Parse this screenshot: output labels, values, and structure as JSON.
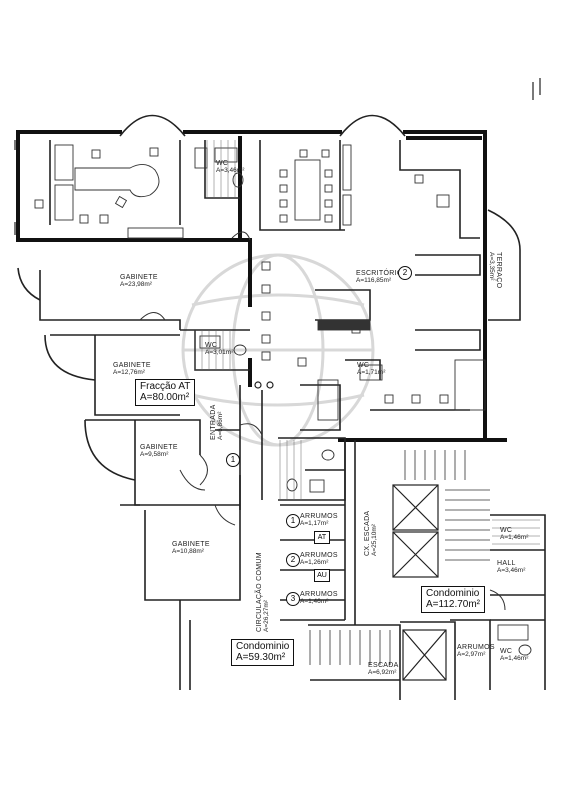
{
  "rooms": {
    "wc1": {
      "name": "WC",
      "area": "A=3,46m²"
    },
    "escritorio": {
      "name": "ESCRITÓRIO",
      "area": "A=116,85m²",
      "num": "2"
    },
    "terraco": {
      "name": "TERRAÇO",
      "area": "A=3,35m²"
    },
    "gabinete1": {
      "name": "GABINETE",
      "area": "A=23,98m²"
    },
    "gabinete2": {
      "name": "GABINETE",
      "area": "A=12,76m²"
    },
    "wc2": {
      "name": "WC",
      "area": "A=3,01m²"
    },
    "wc3": {
      "name": "WC",
      "area": "A=1,71m²"
    },
    "entrada": {
      "name": "ENTRADA",
      "area": "A=6,86m²"
    },
    "gabinete3": {
      "name": "GABINETE",
      "area": "A=9,58m²",
      "num": "1"
    },
    "gabinete4": {
      "name": "GABINETE",
      "area": "A=10,88m²"
    },
    "circulacao": {
      "name": "CIRCULAÇÃO COMUM",
      "area": "A=26,27m²"
    },
    "arrumos1": {
      "name": "ARRUMOS",
      "area": "A=1,17m²",
      "num": "1",
      "tag": "AT"
    },
    "arrumos2": {
      "name": "ARRUMOS",
      "area": "A=1,26m²",
      "num": "2",
      "tag": "AU"
    },
    "arrumos3": {
      "name": "ARRUMOS",
      "area": "A=1,46m²",
      "num": "3"
    },
    "cx_escada": {
      "name": "CX. ESCADA",
      "area": "A=25,10m²"
    },
    "wc4": {
      "name": "WC",
      "area": "A=1,46m²"
    },
    "hall": {
      "name": "HALL",
      "area": "A=3,46m²"
    },
    "arrumos4": {
      "name": "ARRUMOS",
      "area": "A=2,97m²"
    },
    "wc5": {
      "name": "WC",
      "area": "A=1,46m²"
    },
    "escada": {
      "name": "ESCADA",
      "area": "A=6,92m²"
    }
  },
  "summaries": {
    "fraccao": {
      "title": "Fracção AT",
      "area": "A=80.00m²"
    },
    "condominio_right": {
      "title": "Condominio",
      "area": "A=112.70m²"
    },
    "condominio_left": {
      "title": "Condominio",
      "area": "A=59.30m²"
    }
  },
  "icons": [
    "globe-watermark-icon",
    "stair-icon",
    "elevator-icon",
    "door-swing-icon",
    "toilet-icon"
  ]
}
